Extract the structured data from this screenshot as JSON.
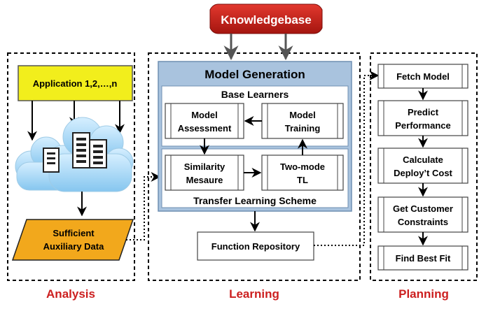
{
  "top": {
    "knowledgebase": "Knowledgebase"
  },
  "analysis": {
    "label": "Analysis",
    "applications": "Application 1,2,…,n",
    "aux_line1": "Sufficient",
    "aux_line2": "Auxiliary Data"
  },
  "learning": {
    "label": "Learning",
    "model_generation": "Model Generation",
    "base_learners": "Base Learners",
    "model_assessment_1": "Model",
    "model_assessment_2": "Assessment",
    "model_training_1": "Model",
    "model_training_2": "Training",
    "similarity_1": "Similarity",
    "similarity_2": "Mesaure",
    "two_mode_1": "Two-mode",
    "two_mode_2": "TL",
    "transfer_scheme": "Transfer Learning Scheme",
    "function_repository": "Function Repository"
  },
  "planning": {
    "label": "Planning",
    "fetch_model": "Fetch Model",
    "predict_1": "Predict",
    "predict_2": "Performance",
    "calc_1": "Calculate",
    "calc_2": "Deploy’t Cost",
    "constraints_1": "Get Customer",
    "constraints_2": "Constraints",
    "best_fit": "Find Best Fit"
  },
  "colors": {
    "panel_label": "#cc1f1f",
    "knowledgebase_fill": "#c0201a",
    "application_fill": "#f2ee1c",
    "aux_fill": "#f2a81c",
    "model_generation_fill": "#a9c3de",
    "cloud_fill": "#a8d6f5"
  }
}
